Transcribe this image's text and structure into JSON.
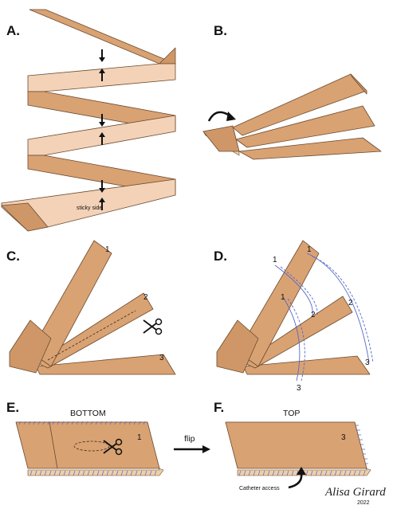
{
  "panels": {
    "a": {
      "letter": "A.",
      "sticky_label": "sticky side"
    },
    "b": {
      "letter": "B."
    },
    "c": {
      "letter": "C.",
      "flap_1": "1",
      "flap_2": "2",
      "flap_3": "3"
    },
    "d": {
      "letter": "D.",
      "label_1a": "1",
      "label_1b": "1",
      "label_1c": "1",
      "label_2a": "2",
      "label_2b": "2",
      "label_3a": "3",
      "label_3b": "3"
    },
    "e": {
      "letter": "E.",
      "caption": "BOTTOM",
      "flap_1": "1"
    },
    "f": {
      "letter": "F.",
      "caption": "TOP",
      "flap_3": "3",
      "access_label": "Catheter access"
    }
  },
  "flip_label": "flip",
  "signature": {
    "name": "Alisa Girard",
    "year": "2022"
  },
  "colors": {
    "tape": "#d9a273",
    "sticky": "#f3d2b7",
    "outline": "#6b4a2e",
    "seam": "#5567c8"
  }
}
